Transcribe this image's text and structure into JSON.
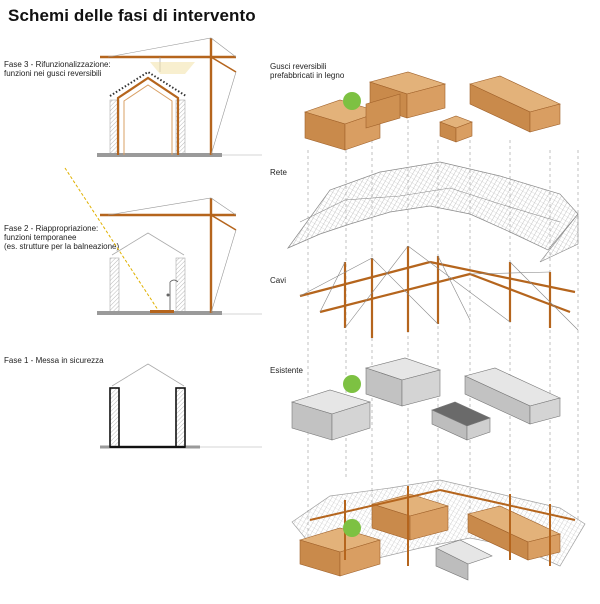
{
  "title": "Schemi delle fasi di intervento",
  "phases": [
    {
      "line1": "Fase 3 - Rifunzionalizzazione:",
      "line2": "funzioni nei gusci reversibili",
      "line3": ""
    },
    {
      "line1": "Fase 2 - Riappropriazione:",
      "line2": "funzioni temporanee",
      "line3": "(es. strutture per la balneazione)"
    },
    {
      "line1": "Fase 1 - Messa in sicurezza",
      "line2": "",
      "line3": ""
    }
  ],
  "layers": {
    "gusci_line1": "Gusci reversibili",
    "gusci_line2": "prefabbricati in legno",
    "rete": "Rete",
    "cavi": "Cavi",
    "esistente": "Esistente"
  },
  "colors": {
    "timber": "#b5651d",
    "wood_light": "#e3b27a",
    "wall": "#a8a8a8",
    "tree": "#7dc142",
    "mesh": "#8a8a8a",
    "guide": "#9a9a9a",
    "dash": "#e0b100"
  }
}
